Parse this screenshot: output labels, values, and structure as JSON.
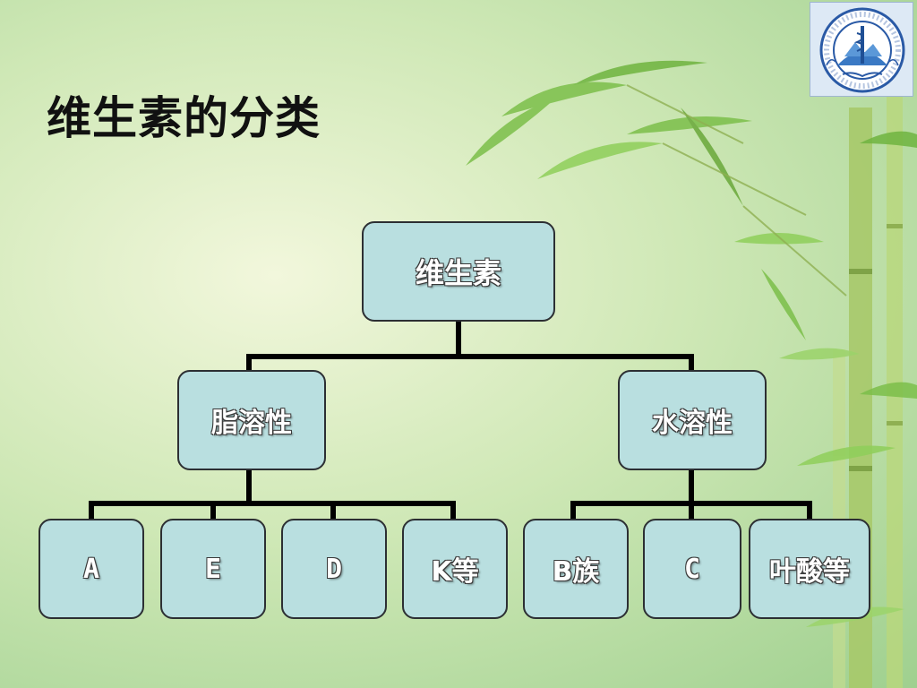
{
  "slide": {
    "title": "维生素的分类"
  },
  "logo": {
    "ring_text_top": "湖北省卫生和计划生育委员会",
    "ring_text_bottom": "Commission of Health and Family Planning of Hubei Province"
  },
  "tree": {
    "root": {
      "label": "维生素"
    },
    "groups": [
      {
        "label": "脂溶性",
        "children": [
          "A",
          "E",
          "D",
          "K等"
        ]
      },
      {
        "label": "水溶性",
        "children": [
          "B族",
          "C",
          "叶酸等"
        ]
      }
    ]
  },
  "colors": {
    "box_fill": "#b9dfe0",
    "box_border": "#2c2f33",
    "connector": "#000000"
  }
}
